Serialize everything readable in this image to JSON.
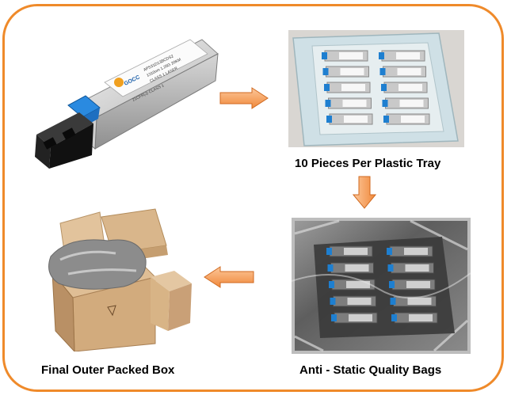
{
  "captions": {
    "tray": "10 Pieces Per Plastic Tray",
    "bags": "Anti - Static Quality Bags",
    "box": "Final Outer Packed Box"
  },
  "module_label": {
    "brand": "GOCC",
    "line1": "APS31D13BCDS2",
    "line2": "1310nm 1.25G 20KM",
    "line3": "CLASS 1 LASER",
    "line4": "21CFR(J) CLASS 1"
  },
  "colors": {
    "frame": "#ef8a2a",
    "arrow": "#f0883a",
    "arrow_light": "#fcc79a",
    "module_blue": "#1e7fd0",
    "cardboard": "#d7b48c"
  },
  "icons": [
    "arrow-right-icon",
    "arrow-down-icon",
    "arrow-left-icon"
  ]
}
